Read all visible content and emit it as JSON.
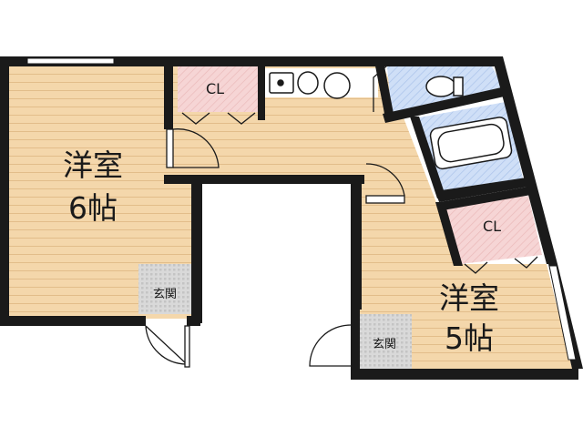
{
  "floor_plan": {
    "rooms": {
      "western_6": {
        "name": "洋室",
        "size": "6帖"
      },
      "western_5": {
        "name": "洋室",
        "size": "5帖"
      }
    },
    "closets": {
      "upper": "CL",
      "lower": "CL"
    },
    "entrances": {
      "left": "玄関",
      "right": "玄関"
    },
    "colors": {
      "wall": "#1a1a1a",
      "floor": "#f4d7ab",
      "floor_stripe": "#e2bd8a",
      "closet": "#f6d5d5",
      "wet_area": "#cfdff7",
      "entrance_tile": "#d4d4d4"
    }
  }
}
